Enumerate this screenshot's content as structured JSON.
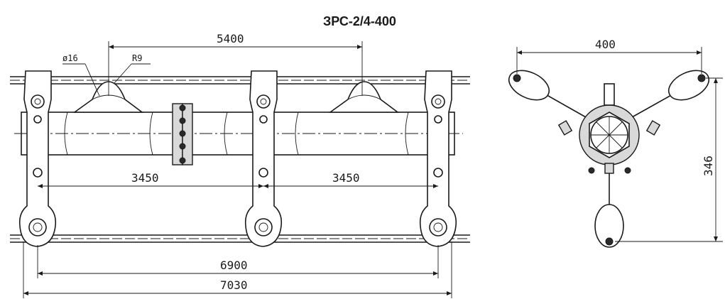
{
  "title": "ЗРС-2/4-400",
  "front_view": {
    "dim_spacing": "5400",
    "dim_diameter": "ø16",
    "dim_radius": "R9",
    "dim_half_left": "3450",
    "dim_half_right": "3450",
    "dim_overall_inner": "6900",
    "dim_overall_outer": "7030"
  },
  "side_view": {
    "dim_width": "400",
    "dim_height": "346"
  }
}
